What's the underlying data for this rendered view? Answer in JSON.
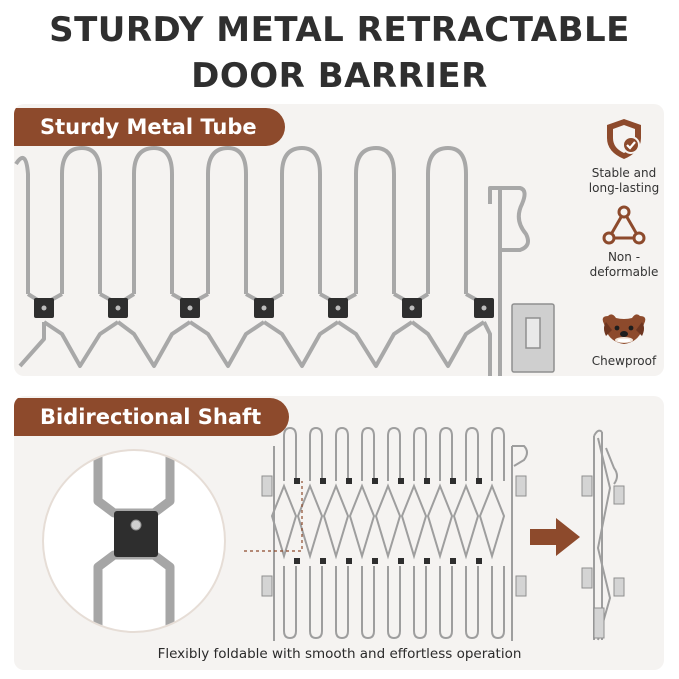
{
  "header": {
    "title_line1": "STURDY METAL RETRACTABLE",
    "title_line2": "DOOR BARRIER"
  },
  "top_panel": {
    "tag": "Sturdy Metal Tube",
    "features": [
      {
        "icon": "shield-check-icon",
        "label_line1": "Stable and",
        "label_line2": "long-lasting"
      },
      {
        "icon": "triangle-nodes-icon",
        "label_line1": "Non -",
        "label_line2": "deformable"
      },
      {
        "icon": "dog-bone-icon",
        "label_line1": "Chewproof",
        "label_line2": ""
      }
    ]
  },
  "bottom_panel": {
    "tag": "Bidirectional Shaft",
    "caption": "Flexibly foldable with smooth and effortless operation"
  },
  "colors": {
    "accent": "#8d4a2c",
    "panel_bg": "#f5f3f1",
    "metal": "#9a9a9a",
    "joint": "#2e2e2e"
  }
}
